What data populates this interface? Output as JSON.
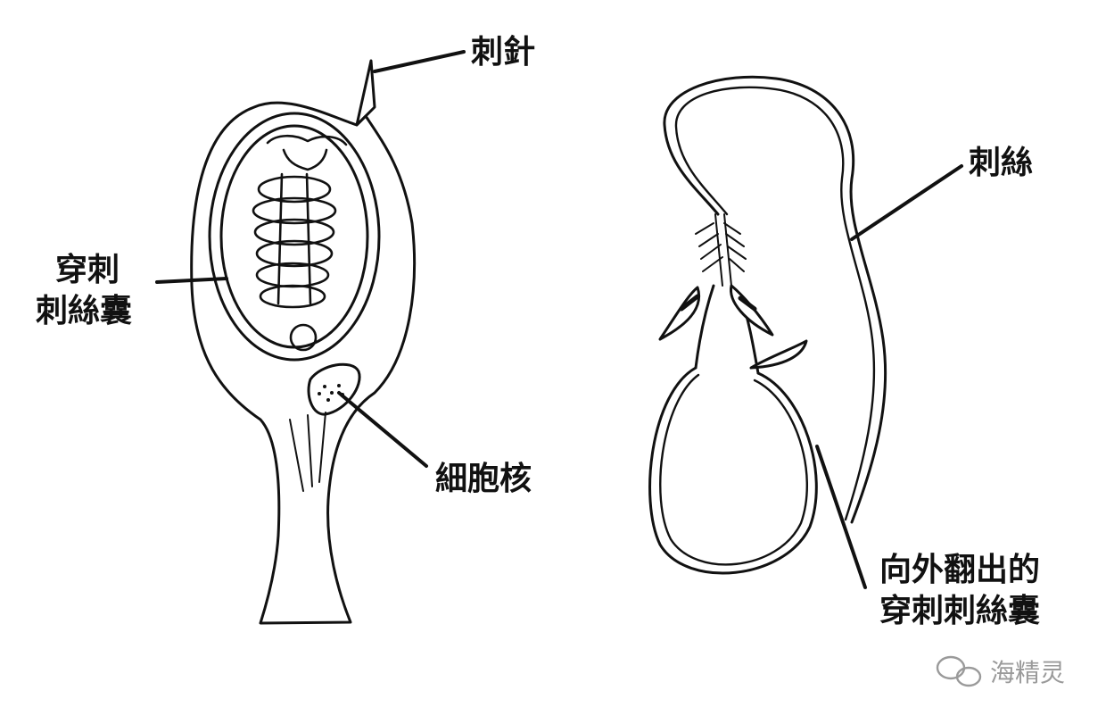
{
  "labels": {
    "barb": "刺針",
    "thread": "刺絲",
    "capsule_line1": "穿刺",
    "capsule_line2": "刺絲囊",
    "nucleus": "細胞核",
    "everted_line1": "向外翻出的",
    "everted_line2": "穿刺刺絲囊"
  },
  "watermark": {
    "text": "海精灵",
    "icon": "wechat-bubble-icon"
  },
  "colors": {
    "ink": "#111111",
    "watermark": "#9a9a9a",
    "background": "#ffffff"
  }
}
